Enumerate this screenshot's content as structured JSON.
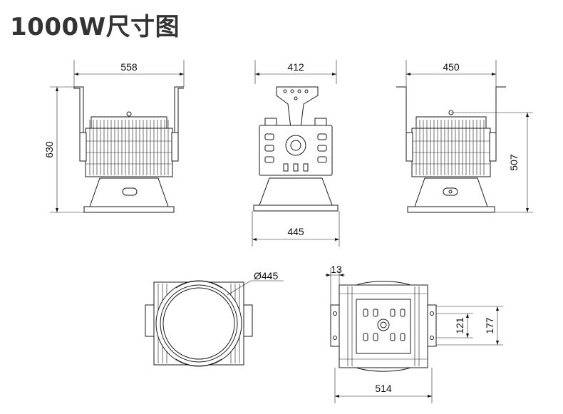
{
  "title": "1000W尺寸图",
  "front_view": {
    "width": "558",
    "height": "630"
  },
  "side_view": {
    "top_width": "412",
    "bottom_width": "445"
  },
  "rear_view": {
    "width": "450",
    "height": "507"
  },
  "bottom_view": {
    "diameter": "Ø445"
  },
  "mount_view": {
    "offset": "13",
    "width": "514",
    "hole_spacing_inner": "121",
    "hole_spacing_outer": "177"
  },
  "colors": {
    "line": "#1a1a1a",
    "title": "#333333"
  }
}
